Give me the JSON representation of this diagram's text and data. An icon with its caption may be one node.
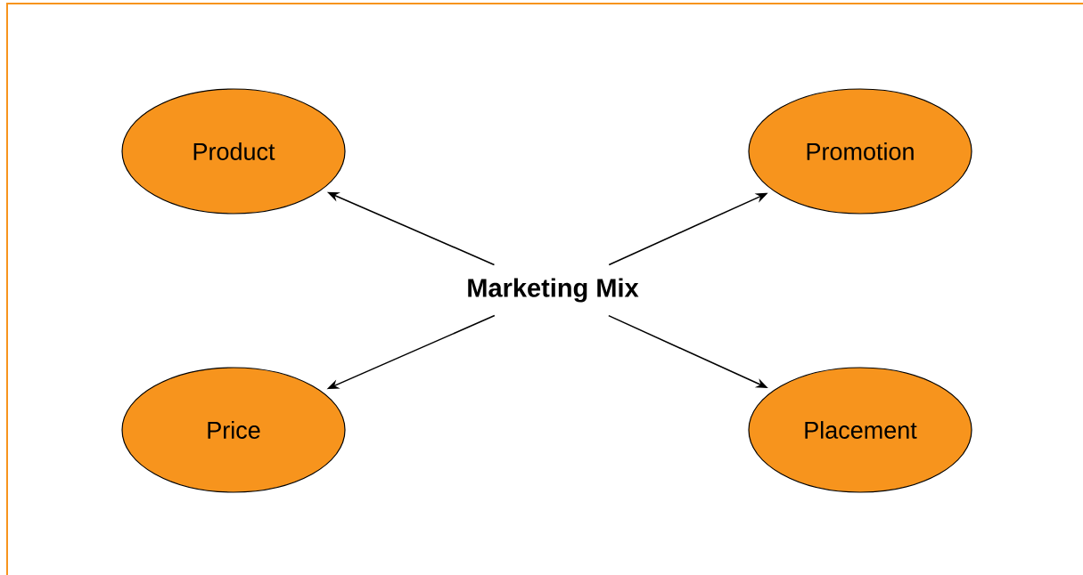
{
  "diagram": {
    "nodes": [
      {
        "text": [
          "Product"
        ]
      },
      {
        "text": [
          "Promotion"
        ]
      },
      {
        "text": [
          "Marketing Mix"
        ]
      },
      {
        "text": [
          "Price"
        ]
      },
      {
        "text": [
          "Placement"
        ]
      }
    ],
    "edges": [
      {
        "from": 2,
        "to": 0,
        "arrow": "to"
      },
      {
        "from": 2,
        "to": 1,
        "arrow": "to"
      },
      {
        "from": 2,
        "to": 3,
        "arrow": "to"
      },
      {
        "from": 2,
        "to": 4,
        "arrow": "to"
      }
    ]
  }
}
